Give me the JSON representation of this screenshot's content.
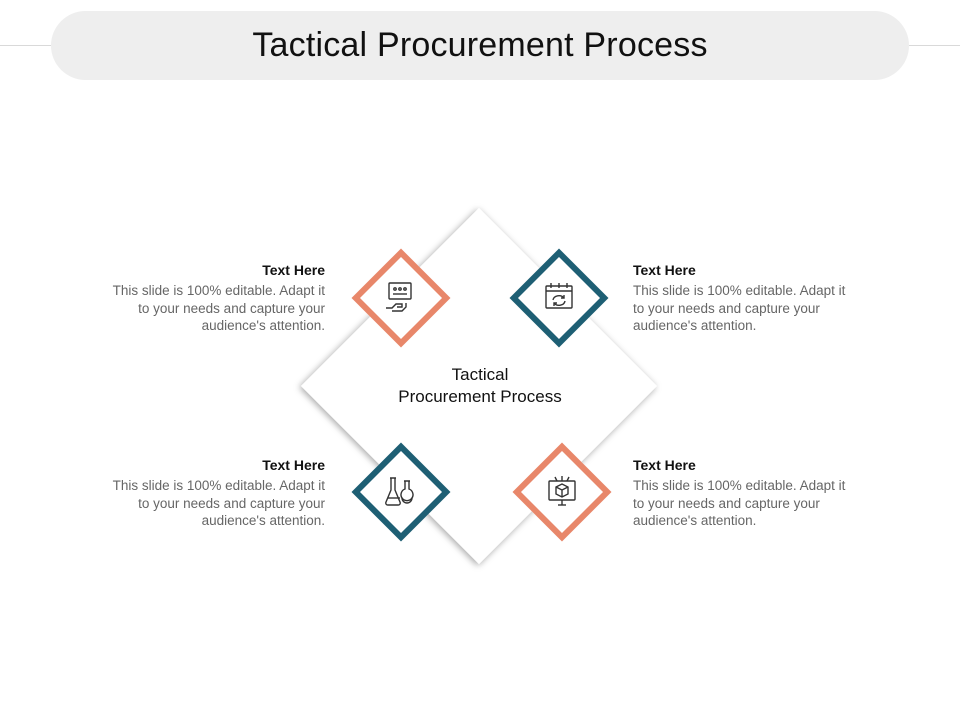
{
  "title": "Tactical Procurement Process",
  "center": {
    "line1": "Tactical",
    "line2": "Procurement Process"
  },
  "colors": {
    "orange": "#e8876a",
    "teal": "#1e5f74"
  },
  "items": [
    {
      "heading": "Text Here",
      "body": "This slide is 100% editable. Adapt it to your needs and capture your audience's attention.",
      "icon": "presentation-board-icon",
      "color": "orange"
    },
    {
      "heading": "Text Here",
      "body": "This slide is 100% editable. Adapt it to your needs and capture your audience's attention.",
      "icon": "calendar-refresh-icon",
      "color": "teal"
    },
    {
      "heading": "Text Here",
      "body": "This slide is 100% editable. Adapt it to your needs and capture your audience's attention.",
      "icon": "lab-flasks-icon",
      "color": "teal"
    },
    {
      "heading": "Text Here",
      "body": "This slide is 100% editable. Adapt it to your needs and capture your audience's attention.",
      "icon": "monitor-box-icon",
      "color": "orange"
    }
  ]
}
